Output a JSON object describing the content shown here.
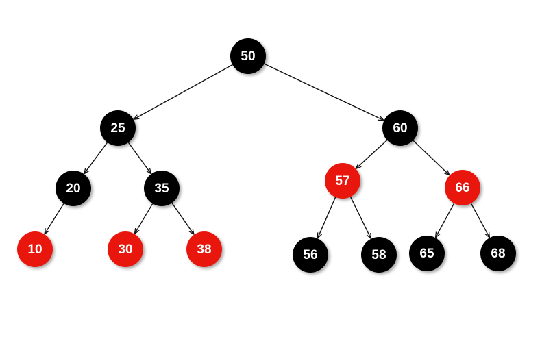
{
  "colors": {
    "black": "#000000",
    "red": "#e8190f",
    "edge": "#111111",
    "label": "#ffffff"
  },
  "nodes": [
    {
      "id": "n50",
      "label": "50",
      "color": "black"
    },
    {
      "id": "n25",
      "label": "25",
      "color": "black"
    },
    {
      "id": "n60",
      "label": "60",
      "color": "black"
    },
    {
      "id": "n20",
      "label": "20",
      "color": "black"
    },
    {
      "id": "n35",
      "label": "35",
      "color": "black"
    },
    {
      "id": "n57",
      "label": "57",
      "color": "red"
    },
    {
      "id": "n66",
      "label": "66",
      "color": "red"
    },
    {
      "id": "n10",
      "label": "10",
      "color": "red"
    },
    {
      "id": "n30",
      "label": "30",
      "color": "red"
    },
    {
      "id": "n38",
      "label": "38",
      "color": "red"
    },
    {
      "id": "n56",
      "label": "56",
      "color": "black"
    },
    {
      "id": "n58",
      "label": "58",
      "color": "black"
    },
    {
      "id": "n65",
      "label": "65",
      "color": "black"
    },
    {
      "id": "n68",
      "label": "68",
      "color": "black"
    }
  ],
  "edges": [
    {
      "from": "n50",
      "to": "n25"
    },
    {
      "from": "n50",
      "to": "n60"
    },
    {
      "from": "n25",
      "to": "n20"
    },
    {
      "from": "n25",
      "to": "n35"
    },
    {
      "from": "n60",
      "to": "n57"
    },
    {
      "from": "n60",
      "to": "n66"
    },
    {
      "from": "n20",
      "to": "n10"
    },
    {
      "from": "n35",
      "to": "n30"
    },
    {
      "from": "n35",
      "to": "n38"
    },
    {
      "from": "n57",
      "to": "n56"
    },
    {
      "from": "n57",
      "to": "n58"
    },
    {
      "from": "n66",
      "to": "n65"
    },
    {
      "from": "n66",
      "to": "n68"
    }
  ]
}
